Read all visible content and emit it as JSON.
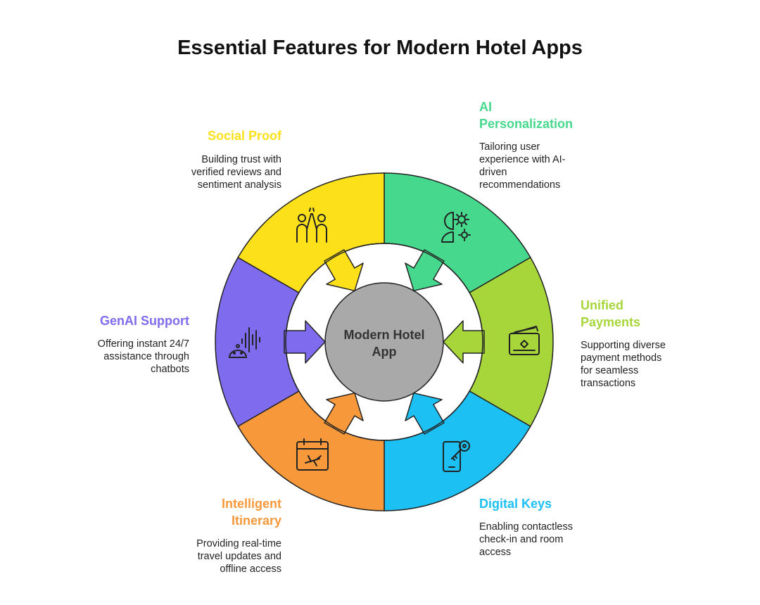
{
  "title": "Essential Features for Modern Hotel Apps",
  "center": {
    "line1": "Modern Hotel",
    "line2": "App"
  },
  "features": {
    "social_proof": {
      "label": "Social Proof",
      "desc": [
        "Building trust with",
        "verified reviews and",
        "sentiment analysis"
      ],
      "color": "#FCE11A",
      "icon": "high-five-icon"
    },
    "ai_personalization": {
      "label": [
        "AI",
        "Personalization"
      ],
      "desc": [
        "Tailoring user",
        "experience with AI-",
        "driven",
        "recommendations"
      ],
      "color": "#46D98D",
      "icon": "head-gears-icon"
    },
    "unified_payments": {
      "label": [
        "Unified",
        "Payments"
      ],
      "desc": [
        "Supporting diverse",
        "payment methods",
        "for seamless",
        "transactions"
      ],
      "color": "#A7D63B",
      "icon": "payment-card-icon"
    },
    "digital_keys": {
      "label": "Digital Keys",
      "desc": [
        "Enabling contactless",
        "check-in and room",
        "access"
      ],
      "color": "#1CC0F2",
      "icon": "phone-key-icon"
    },
    "intelligent_itinerary": {
      "label": [
        "Intelligent",
        "Itinerary"
      ],
      "desc": [
        "Providing real-time",
        "travel updates and",
        "offline access"
      ],
      "color": "#F7993A",
      "icon": "calendar-plane-icon"
    },
    "genai_support": {
      "label": "GenAI Support",
      "desc": [
        "Offering instant 24/7",
        "assistance through",
        "chatbots"
      ],
      "color": "#7F6BEE",
      "icon": "voice-bot-icon"
    }
  },
  "colors": {
    "hub": "#A9A9A9",
    "outline": "#222222"
  }
}
